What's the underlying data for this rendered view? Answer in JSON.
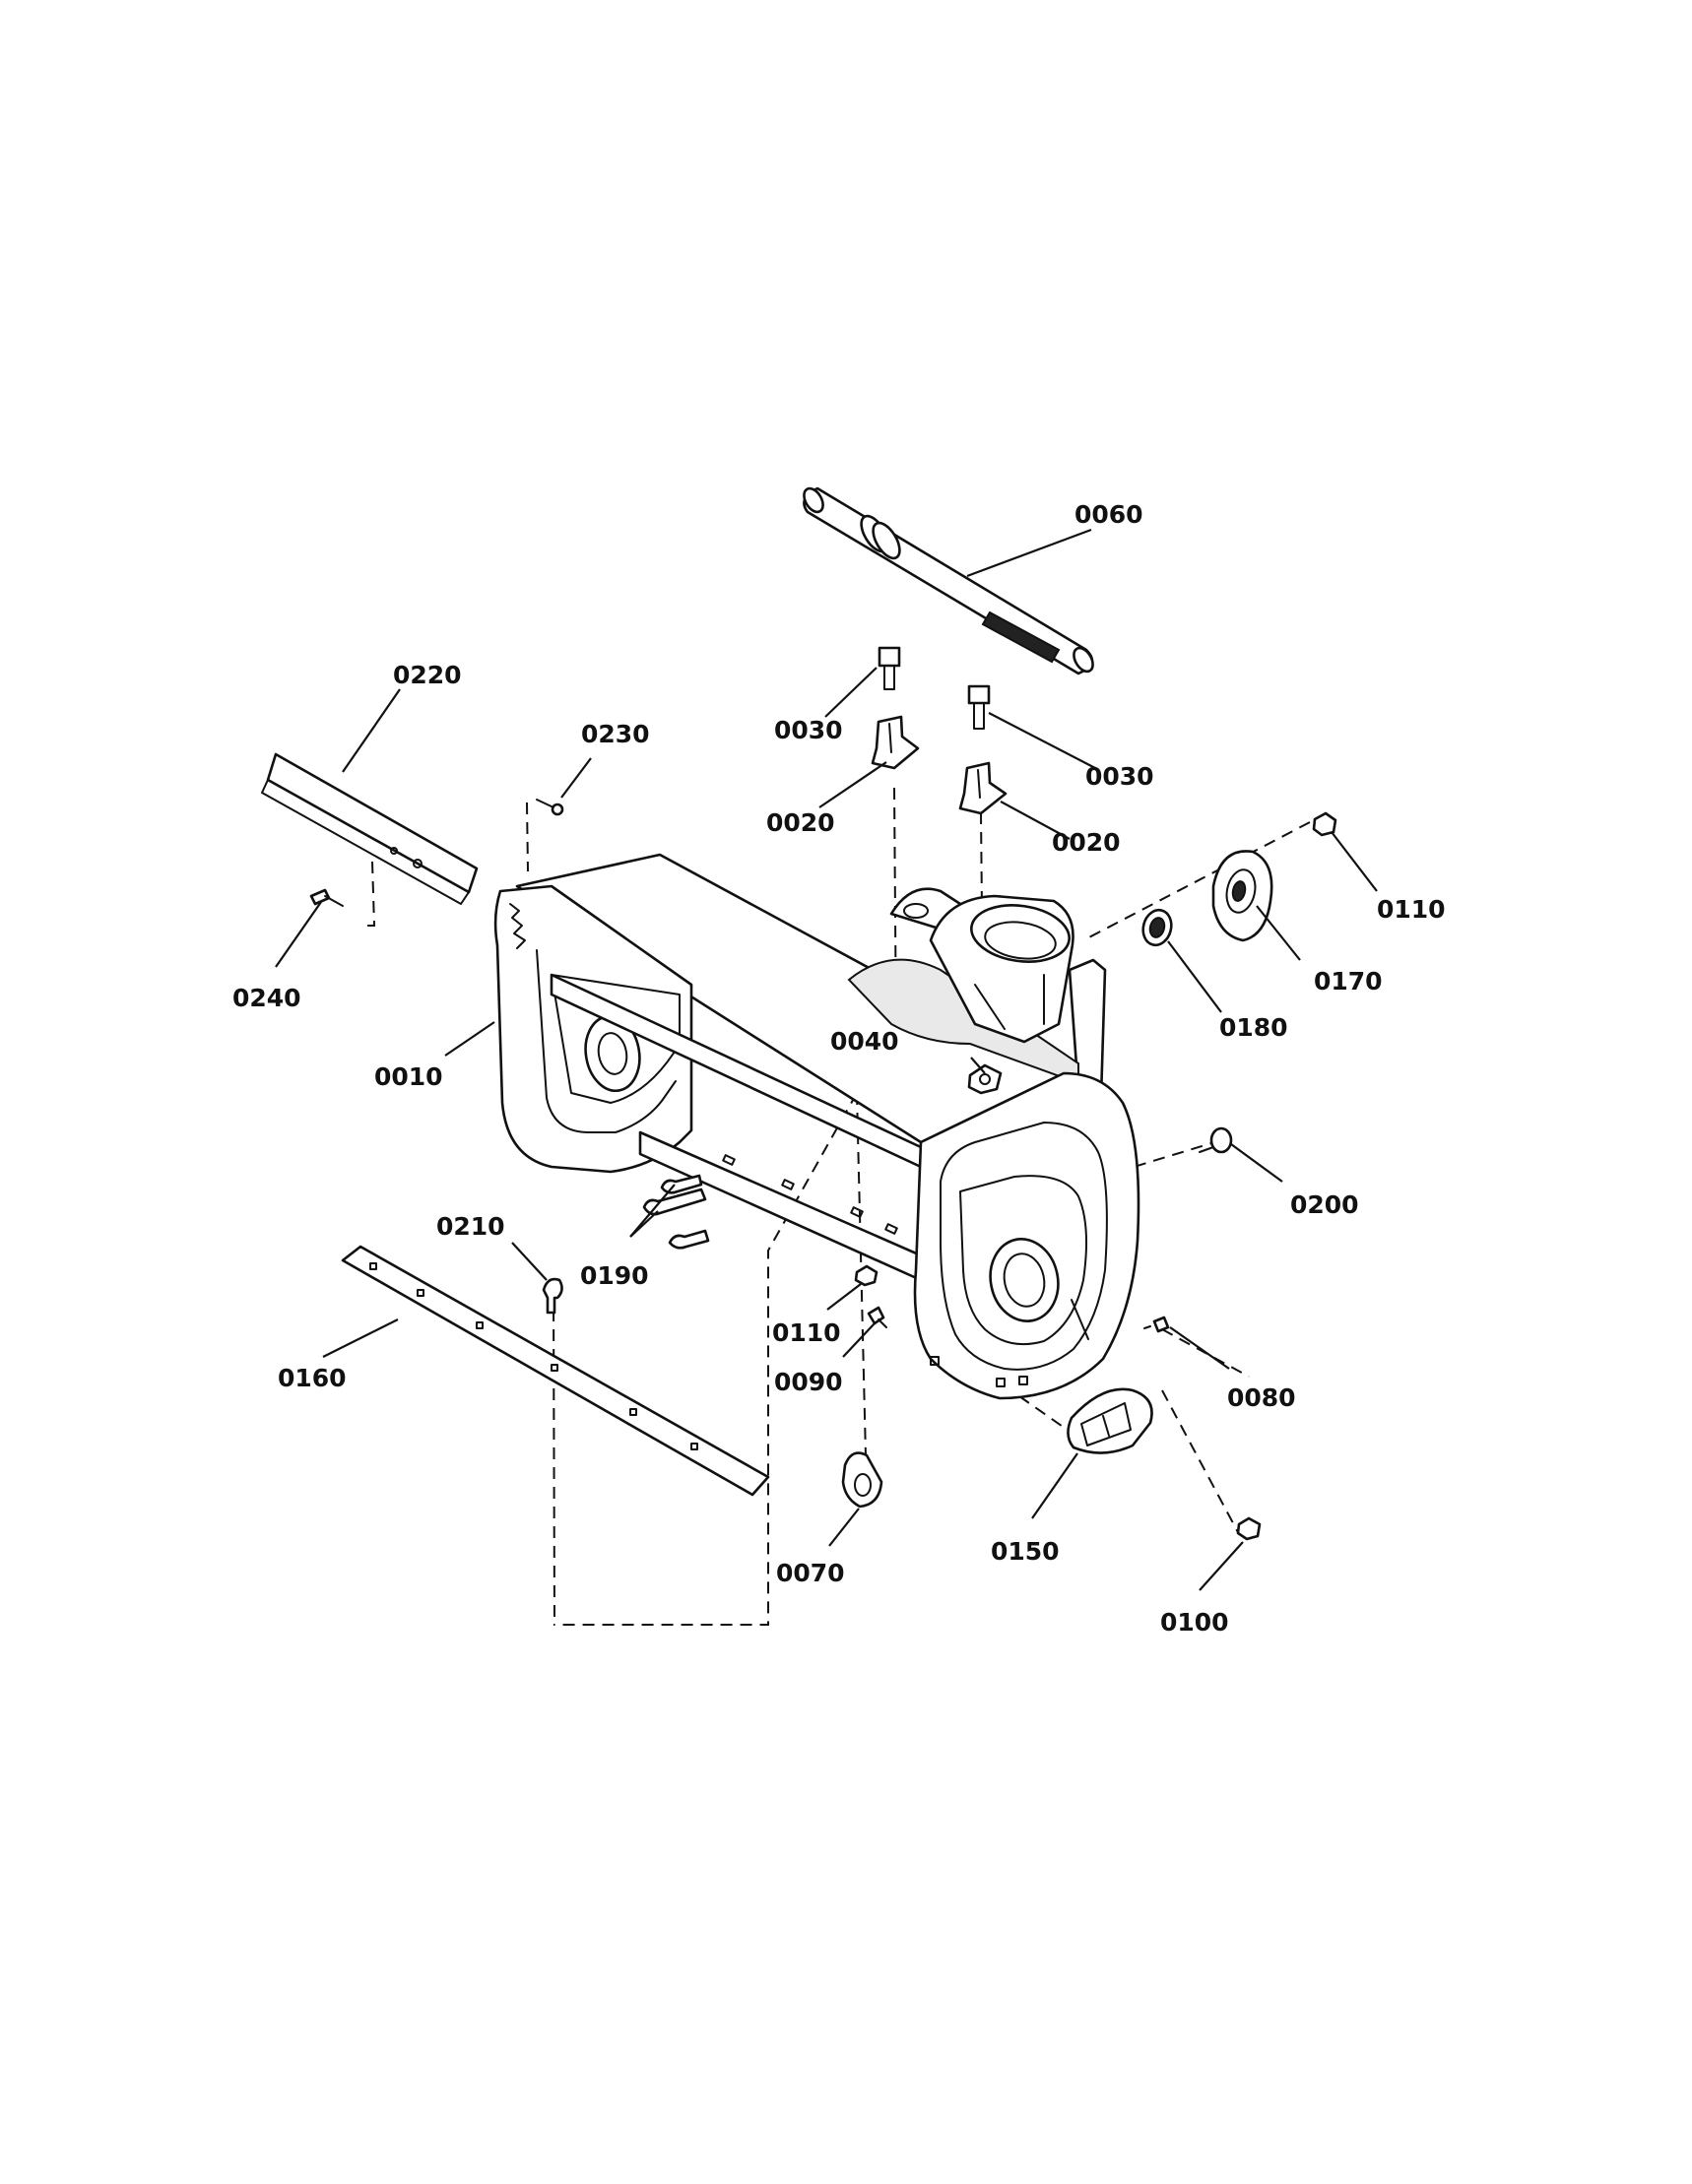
{
  "labels": {
    "l0010": "0010",
    "l0020a": "0020",
    "l0020b": "0020",
    "l0030a": "0030",
    "l0030b": "0030",
    "l0040": "0040",
    "l0060": "0060",
    "l0070": "0070",
    "l0080": "0080",
    "l0090": "0090",
    "l0100": "0100",
    "l0110a": "0110",
    "l0110b": "0110",
    "l0150": "0150",
    "l0160": "0160",
    "l0170": "0170",
    "l0180": "0180",
    "l0190": "0190",
    "l0200": "0200",
    "l0210": "0210",
    "l0220": "0220",
    "l0230": "0230",
    "l0240": "0240"
  }
}
